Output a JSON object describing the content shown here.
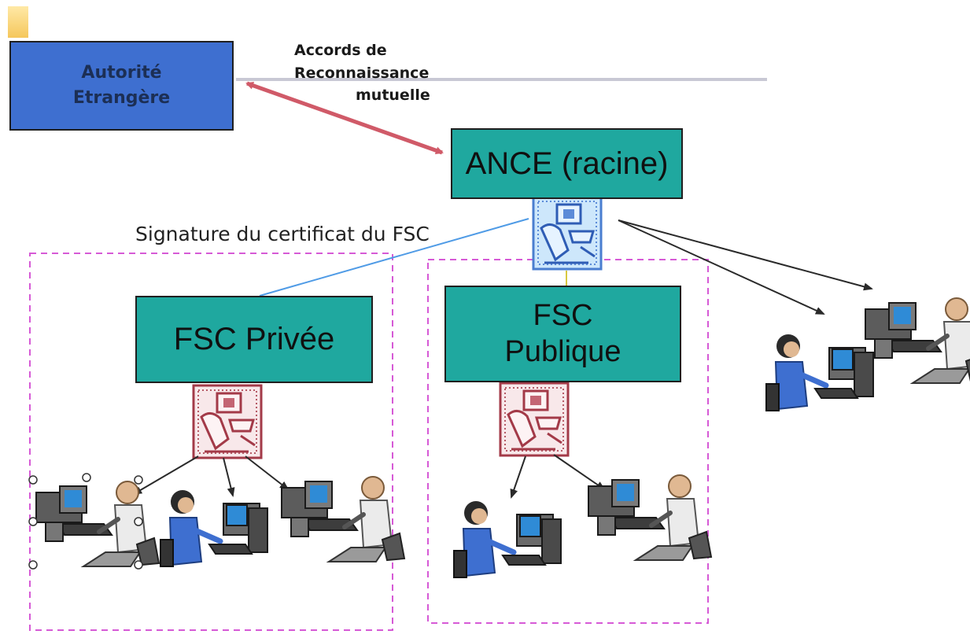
{
  "nodes": {
    "foreign_authority": "Autorité\nEtrangère",
    "root": "ANCE (racine)",
    "fsc_private": "FSC Privée",
    "fsc_public": "FSC\nPublique"
  },
  "labels": {
    "mutual_line1": "Accords de",
    "mutual_line2": "Reconnaissance",
    "mutual_line3": "mutuelle",
    "signature": "Signature du certificat du FSC"
  },
  "colors": {
    "foreign_box": "#3e6fd0",
    "entity_box": "#1fa89f",
    "mutual_arrow": "#d05a68",
    "group_border": "#d65ad6",
    "signature_line": "#4f9be6"
  },
  "icons": {
    "root_certificate": "certificate-server-icon-blue",
    "private_certificate": "certificate-server-icon-red",
    "public_certificate": "certificate-server-icon-red",
    "workstation": "user-at-computer-icon"
  }
}
